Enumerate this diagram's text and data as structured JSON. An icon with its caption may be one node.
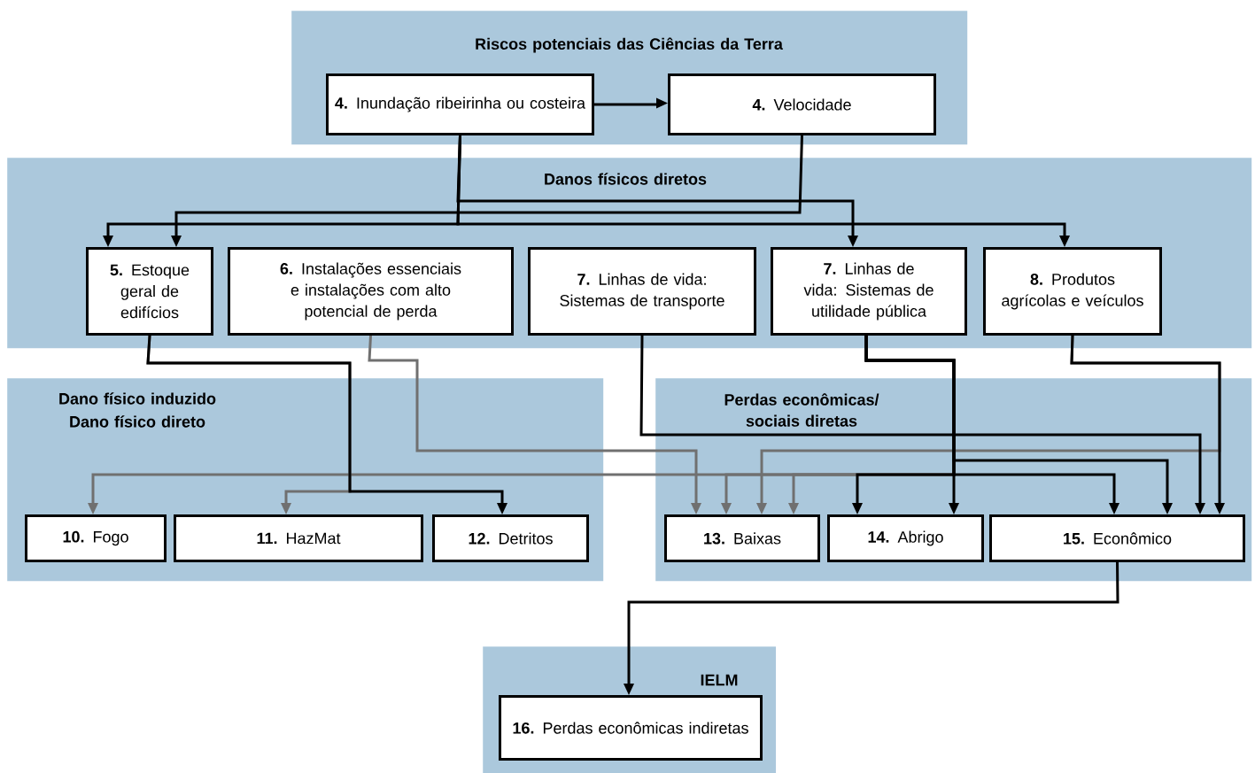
{
  "diagram": {
    "nodes": [
      {
        "text": [
          "Riscos potenciais das Ciências da Terra"
        ]
      },
      {
        "text": [
          "**4.** Inundação ribeirinha ou costeira"
        ],
        "in": 0
      },
      {
        "text": [
          "**4.** Velocidade"
        ],
        "in": 0
      },
      {
        "text": [
          "Danos físicos diretos"
        ]
      },
      {
        "text": [
          "**5.** Estoque geral de edifícios"
        ],
        "in": 3
      },
      {
        "text": [
          "**6.** Instalações essenciais e instalações com alto potencial de perda"
        ],
        "in": 3
      },
      {
        "text": [
          "**7.** Linhas de vida: Sistemas de transporte"
        ],
        "in": 3
      },
      {
        "text": [
          "**7.** Linhas de vida: Sistemas de utilidade pública"
        ],
        "in": 3
      },
      {
        "text": [
          "**8.** Produtos agrícolas e veículos"
        ],
        "in": 3
      },
      {
        "text": [
          "Dano físico induzido",
          "Dano físico direto"
        ]
      },
      {
        "text": [
          "**10.** Fogo"
        ],
        "in": 9
      },
      {
        "text": [
          "**11.** HazMat"
        ],
        "in": 9
      },
      {
        "text": [
          "**12.** Detritos"
        ],
        "in": 9
      },
      {
        "text": [
          "Perdas econômicas/ sociais diretas"
        ]
      },
      {
        "text": [
          "**13.** Baixas"
        ],
        "in": 13
      },
      {
        "text": [
          "**14.** Abrigo"
        ],
        "in": 13
      },
      {
        "text": [
          "**15.** Econômico"
        ],
        "in": 13
      },
      {
        "text": [
          "IELM"
        ]
      },
      {
        "text": [
          "**16.** Perdas econômicas indiretas"
        ],
        "in": 17
      }
    ],
    "edges": [
      {
        "from": 1,
        "to": 2,
        "arrow": "to"
      },
      {
        "from": 1,
        "to": 7,
        "arrow": "to"
      },
      {
        "from": 2,
        "to": 4,
        "arrow": "to"
      },
      {
        "from": 1,
        "to": 4,
        "arrow": "to"
      },
      {
        "from": 1,
        "to": 8,
        "arrow": "to"
      },
      {
        "from": 4,
        "to": 12,
        "arrow": "to"
      },
      {
        "from": 4,
        "to": 11,
        "arrow": "to",
        "color": "#707070"
      },
      {
        "from": 5,
        "to": 14,
        "arrow": "to",
        "color": "#707070"
      },
      {
        "from": 6,
        "to": 16,
        "arrow": "to"
      },
      {
        "from": 7,
        "to": 15,
        "arrow": "to"
      },
      {
        "from": 7,
        "to": 16,
        "arrow": "to"
      },
      {
        "from": 7,
        "to": 16,
        "arrow": "to"
      },
      {
        "from": 7,
        "to": 10,
        "arrow": "to",
        "color": "#707070"
      },
      {
        "from": 7,
        "to": 14,
        "arrow": "to",
        "color": "#707070"
      },
      {
        "from": 7,
        "to": 14,
        "arrow": "to",
        "color": "#707070"
      },
      {
        "from": 7,
        "to": 15,
        "arrow": "to"
      },
      {
        "from": 8,
        "to": 14,
        "arrow": "to",
        "color": "#707070"
      },
      {
        "from": 8,
        "to": 16,
        "arrow": "to"
      },
      {
        "from": 16,
        "to": 18,
        "arrow": "to"
      }
    ]
  }
}
